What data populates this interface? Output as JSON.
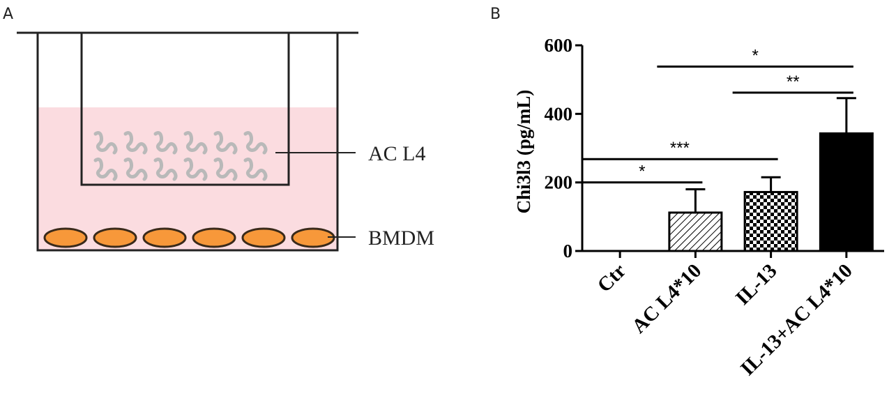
{
  "panels": {
    "a": "A",
    "b": "B"
  },
  "diagram": {
    "insert_label": "AC L4",
    "cells_label": "BMDM",
    "medium_color": "#fbdce0",
    "cell_color": "#f7983a",
    "worm_color": "#b9b9b9"
  },
  "chart_data": {
    "type": "bar",
    "title": "",
    "ylabel": "Chi3l3 (pg/mL)",
    "xlabel": "",
    "ylim": [
      0,
      600
    ],
    "yticks": [
      0,
      200,
      400,
      600
    ],
    "categories": [
      "Ctr",
      "AC L4*10",
      "IL-13",
      "IL-13+AC L4*10"
    ],
    "values": [
      0,
      112,
      172,
      343
    ],
    "errors": [
      0,
      68,
      43,
      103
    ],
    "fills": [
      "none",
      "diagonal-hatch",
      "checkerboard",
      "solid-black"
    ],
    "significance": [
      {
        "from": 0,
        "to": 1,
        "label": "*",
        "y": 200
      },
      {
        "from": 0,
        "to": 2,
        "label": "***",
        "y": 268
      },
      {
        "from": 2,
        "to": 3,
        "label": "**",
        "y": 462
      },
      {
        "from": 1,
        "to": 3,
        "label": "*",
        "y": 538
      }
    ]
  }
}
